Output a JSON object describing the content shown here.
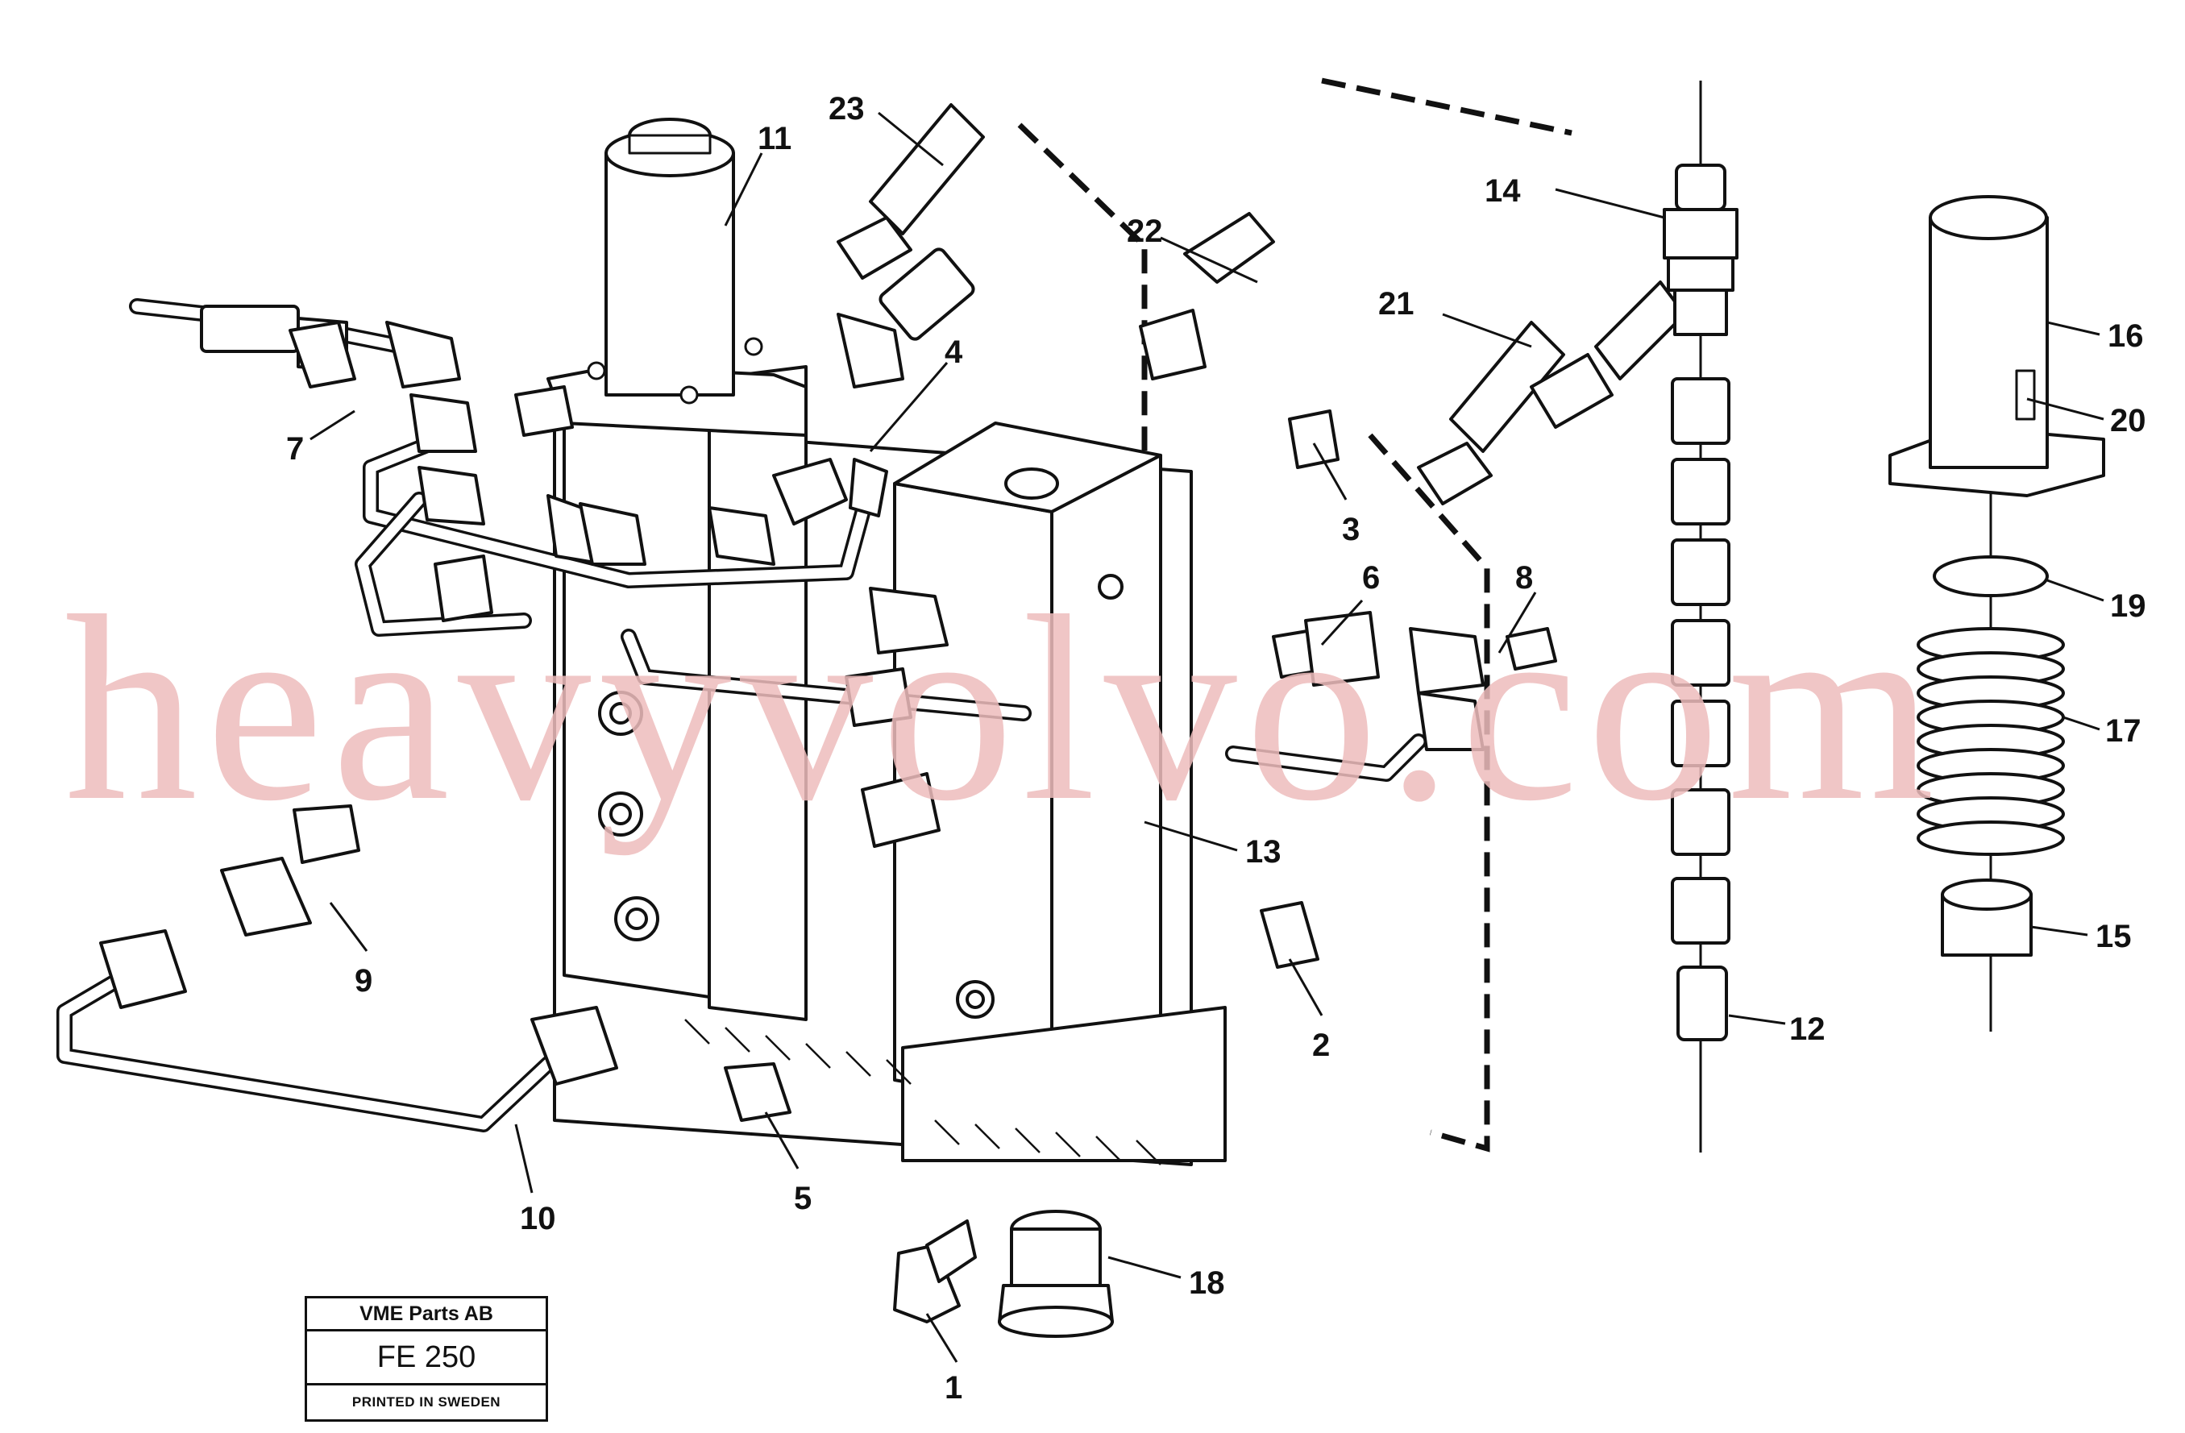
{
  "diagram": {
    "callouts": [
      "1",
      "2",
      "3",
      "4",
      "5",
      "6",
      "7",
      "8",
      "9",
      "10",
      "11",
      "12",
      "13",
      "14",
      "15",
      "16",
      "17",
      "18",
      "19",
      "20",
      "21",
      "22",
      "23"
    ]
  },
  "watermark": {
    "text": "heavyvolvo.com",
    "color": "#eebdbd"
  },
  "stamp": {
    "company": "VME Parts AB",
    "code": "FE 250",
    "printed": "PRINTED IN SWEDEN"
  },
  "colors": {
    "ink": "#111111",
    "paper": "#ffffff"
  }
}
